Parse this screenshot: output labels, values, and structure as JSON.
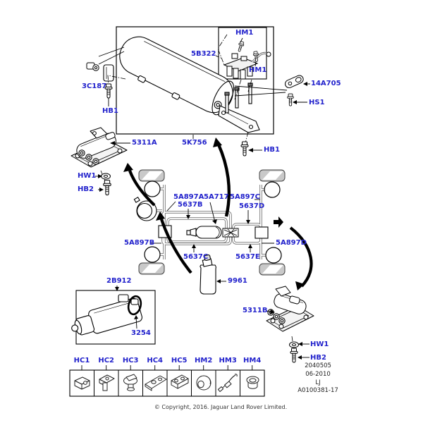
{
  "parts": {
    "hm1_a": "HM1",
    "b5322": "5B322",
    "hm1_b": "HM1",
    "a14a705": "14A705",
    "hs1": "HS1",
    "c3c187": "3C187",
    "hb1_l": "HB1",
    "p5311a": "5311A",
    "k5756": "5K756",
    "hb1_r": "HB1",
    "hw1_l": "HW1",
    "hb2_l": "HB2",
    "a5a897a": "5A897A",
    "a5a717": "5A717",
    "a5a897c": "5A897C",
    "s5637b": "5637B",
    "s5637d": "5637D",
    "a5a897b": "5A897B",
    "a5a897d": "5A897D",
    "s5637c": "5637C",
    "s5637e": "5637E",
    "n9961": "9961",
    "b2b912": "2B912",
    "n3254": "3254",
    "p5311b": "5311B",
    "hw1_r": "HW1",
    "hb2_r": "HB2"
  },
  "legend": [
    {
      "code": "HC1",
      "icon": "box-clip-icon"
    },
    {
      "code": "HC2",
      "icon": "leg-clip-icon"
    },
    {
      "code": "HC3",
      "icon": "push-pin-clip-icon"
    },
    {
      "code": "HC4",
      "icon": "bracket-clip-icon"
    },
    {
      "code": "HC5",
      "icon": "block-clip-icon"
    },
    {
      "code": "HM2",
      "icon": "grommet-disc-icon"
    },
    {
      "code": "HM3",
      "icon": "cable-strap-icon"
    },
    {
      "code": "HM4",
      "icon": "top-hat-grommet-icon"
    }
  ],
  "ref": [
    "2040505",
    "06-2010",
    "LJ",
    "A0100381-17"
  ],
  "footer": {
    "copyright": "© Copyright, 2016. Jaguar Land Rover Limited."
  },
  "colors": {
    "label_blue": "#2222cc",
    "line": "#000000",
    "tire_gray": "#cccccc"
  }
}
